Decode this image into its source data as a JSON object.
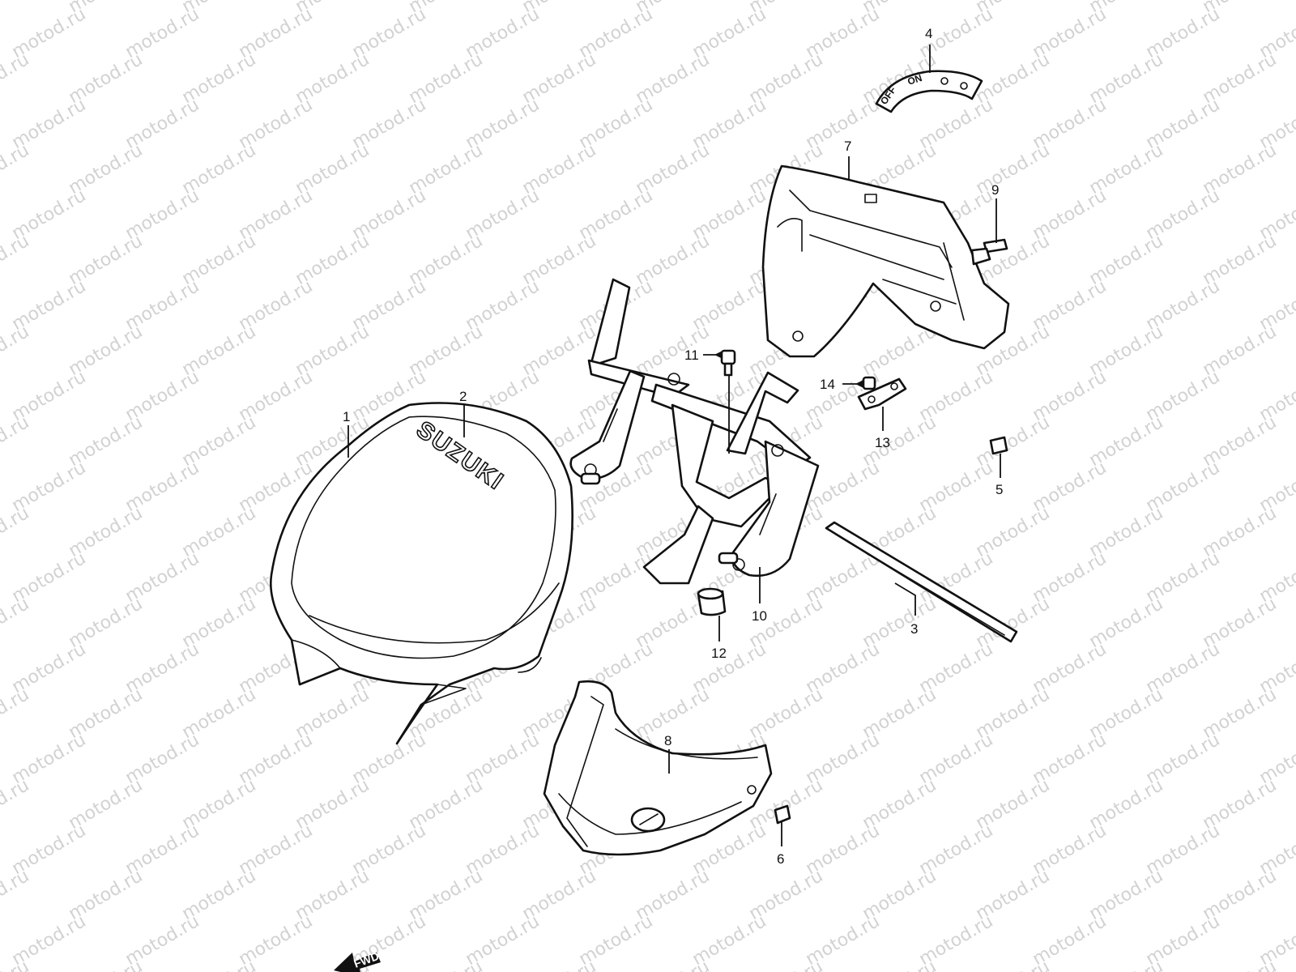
{
  "watermark": {
    "text": "motod.ru"
  },
  "diagram": {
    "brand_text": "SUZUKI",
    "decal_labels": [
      "OFF",
      "ON"
    ],
    "direction_arrow_label": "FWD",
    "callouts": [
      "1",
      "2",
      "3",
      "4",
      "5",
      "6",
      "7",
      "8",
      "9",
      "10",
      "11",
      "12",
      "13",
      "14"
    ]
  }
}
